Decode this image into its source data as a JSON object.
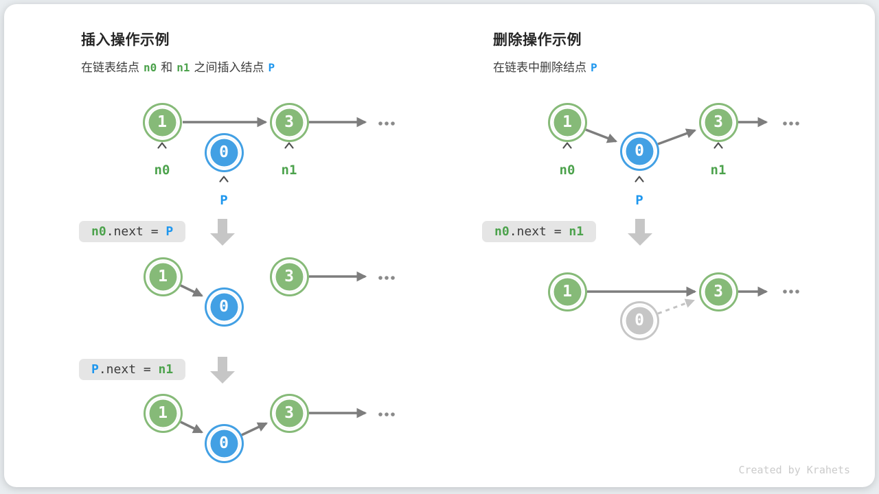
{
  "insert": {
    "title": "插入操作示例",
    "subtitle": {
      "pre": "在链表结点",
      "n0": "n0",
      "and": "和",
      "n1": "n1",
      "mid": "之间插入结点",
      "p": "P"
    },
    "code1": {
      "lhs": "n0",
      "mid": ".next = ",
      "rhs": "P"
    },
    "code2": {
      "lhs": "P",
      "mid": ".next = ",
      "rhs": "n1"
    }
  },
  "delete": {
    "title": "删除操作示例",
    "subtitle": {
      "pre": "在链表中删除结点",
      "p": "P"
    },
    "code1": {
      "lhs": "n0",
      "mid": ".next = ",
      "rhs": "n1"
    }
  },
  "values": {
    "one": "1",
    "zero": "0",
    "three": "3"
  },
  "labels": {
    "n0": "n0",
    "n1": "n1",
    "p": "P"
  },
  "ellipsis": "...",
  "credit": "Created by Krahets",
  "colors": {
    "node_green": "#86BA78",
    "node_blue": "#42A0E4",
    "node_gray": "#C6C6C6",
    "label_green": "#4CA24C",
    "label_blue": "#1F97EE",
    "arrow_gray": "#7D7D7D",
    "arrow_light": "#C3C3C3",
    "code_bg": "#E5E5E5",
    "title_text": "#262626"
  }
}
